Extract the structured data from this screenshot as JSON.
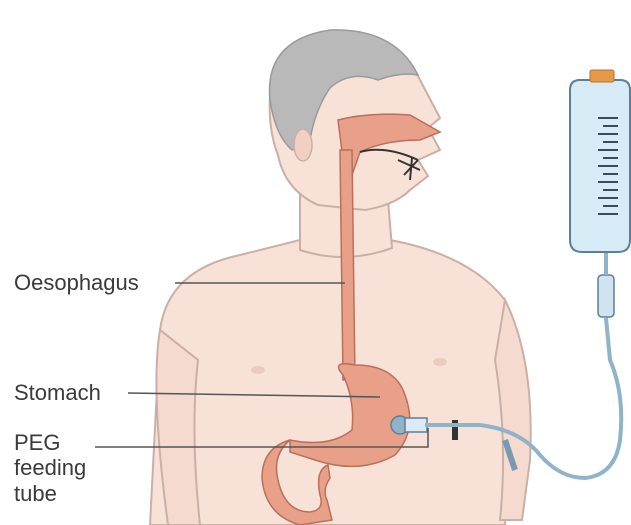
{
  "labels": {
    "oesophagus": "Oesophagus",
    "stomach": "Stomach",
    "peg_line1": "PEG",
    "peg_line2": "feeding",
    "peg_line3": "tube"
  },
  "colors": {
    "skin": "#f8e2d8",
    "skin_outline": "#c9b0a6",
    "hair": "#b9b9b9",
    "organ": "#e9a088",
    "organ_outline": "#b8705c",
    "tube": "#8fb3c8",
    "bag_fill": "#d7ebf7",
    "bag_outline": "#5b7f98",
    "cap": "#e7994a",
    "leader_line": "#555555"
  },
  "icons": {
    "feeding_bag": "feeding-bag-icon"
  }
}
